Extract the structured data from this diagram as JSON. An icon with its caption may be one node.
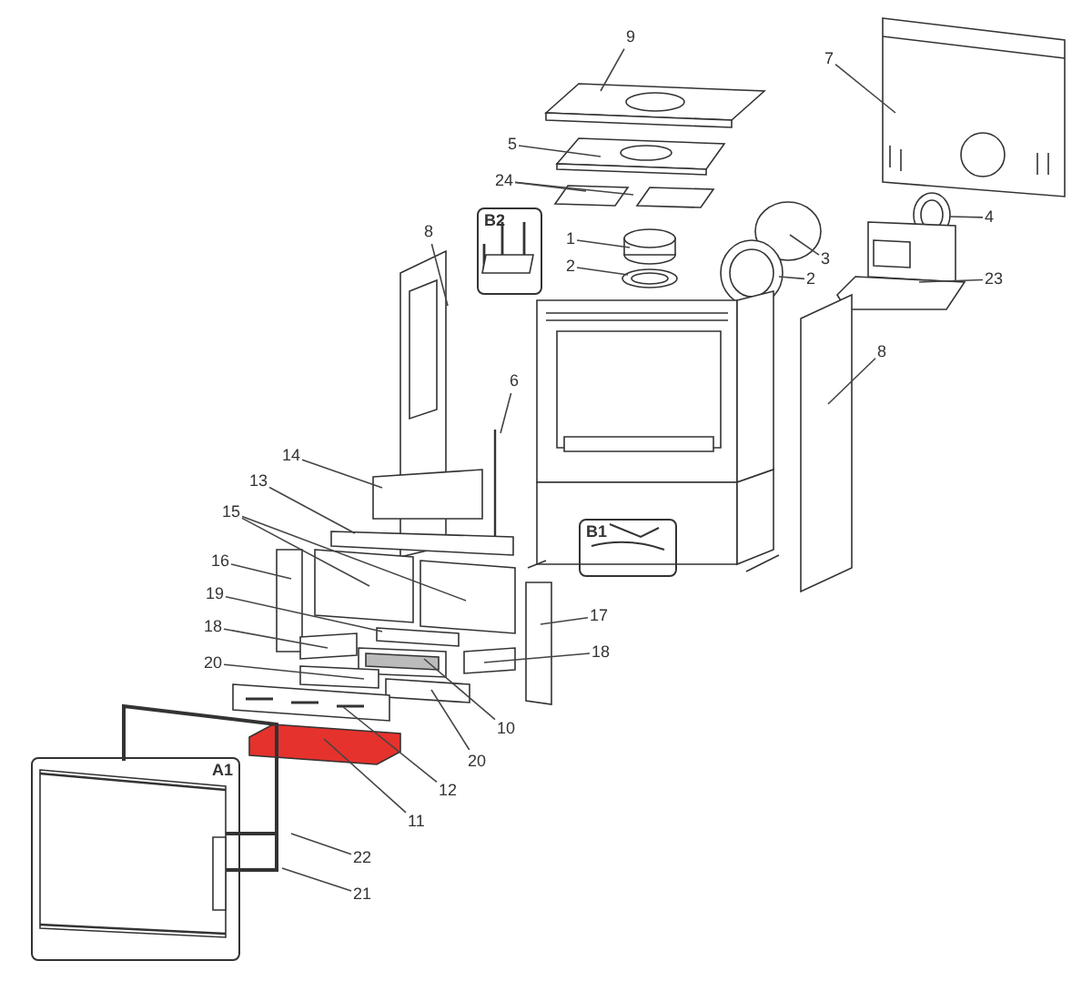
{
  "diagram": {
    "nodes": [
      {
        "text": [
          "9"
        ]
      },
      {
        "text": [
          "7"
        ]
      },
      {
        "text": [
          "5"
        ]
      },
      {
        "text": [
          "24"
        ]
      },
      {
        "text": [
          "B2"
        ]
      },
      {
        "text": [
          "8"
        ]
      },
      {
        "text": [
          "1"
        ]
      },
      {
        "text": [
          "2"
        ]
      },
      {
        "text": [
          "3"
        ]
      },
      {
        "text": [
          "4"
        ]
      },
      {
        "text": [
          "2"
        ]
      },
      {
        "text": [
          "23"
        ]
      },
      {
        "text": [
          "8"
        ]
      },
      {
        "text": [
          "6"
        ]
      },
      {
        "text": [
          "14"
        ]
      },
      {
        "text": [
          "13"
        ]
      },
      {
        "text": [
          "15"
        ]
      },
      {
        "text": [
          "B1"
        ]
      },
      {
        "text": [
          "16"
        ]
      },
      {
        "text": [
          "19"
        ]
      },
      {
        "text": [
          "17"
        ]
      },
      {
        "text": [
          "18"
        ]
      },
      {
        "text": [
          "18"
        ]
      },
      {
        "text": [
          "20"
        ]
      },
      {
        "text": [
          "10"
        ]
      },
      {
        "text": [
          "20"
        ]
      },
      {
        "text": [
          "12"
        ]
      },
      {
        "text": [
          "11"
        ]
      },
      {
        "text": [
          "A1"
        ]
      },
      {
        "text": [
          "22"
        ]
      },
      {
        "text": [
          "21"
        ]
      }
    ],
    "edges": [
      {
        "from": 0,
        "to": null,
        "arrow": "none"
      },
      {
        "from": 1,
        "to": null,
        "arrow": "none"
      },
      {
        "from": 2,
        "to": null,
        "arrow": "none"
      },
      {
        "from": 3,
        "to": null,
        "arrow": "none"
      },
      {
        "from": 3,
        "to": null,
        "arrow": "none"
      },
      {
        "from": 5,
        "to": null,
        "arrow": "none"
      },
      {
        "from": 6,
        "to": null,
        "arrow": "none"
      },
      {
        "from": 7,
        "to": null,
        "arrow": "none"
      },
      {
        "from": 8,
        "to": null,
        "arrow": "none"
      },
      {
        "from": 9,
        "to": null,
        "arrow": "none"
      },
      {
        "from": 10,
        "to": null,
        "arrow": "none"
      },
      {
        "from": 11,
        "to": null,
        "arrow": "none"
      },
      {
        "from": 12,
        "to": null,
        "arrow": "none"
      },
      {
        "from": 13,
        "to": null,
        "arrow": "none"
      },
      {
        "from": 14,
        "to": null,
        "arrow": "none"
      },
      {
        "from": 15,
        "to": null,
        "arrow": "none"
      },
      {
        "from": 16,
        "to": null,
        "arrow": "none"
      },
      {
        "from": 16,
        "to": null,
        "arrow": "none"
      },
      {
        "from": 18,
        "to": null,
        "arrow": "none"
      },
      {
        "from": 19,
        "to": null,
        "arrow": "none"
      },
      {
        "from": 20,
        "to": null,
        "arrow": "none"
      },
      {
        "from": 21,
        "to": null,
        "arrow": "none"
      },
      {
        "from": 22,
        "to": null,
        "arrow": "none"
      },
      {
        "from": 23,
        "to": null,
        "arrow": "none"
      },
      {
        "from": 24,
        "to": null,
        "arrow": "none"
      },
      {
        "from": 25,
        "to": null,
        "arrow": "none"
      },
      {
        "from": 26,
        "to": null,
        "arrow": "none"
      },
      {
        "from": 27,
        "to": null,
        "arrow": "none"
      },
      {
        "from": 29,
        "to": null,
        "arrow": "none"
      },
      {
        "from": 30,
        "to": null,
        "arrow": "none"
      }
    ]
  }
}
